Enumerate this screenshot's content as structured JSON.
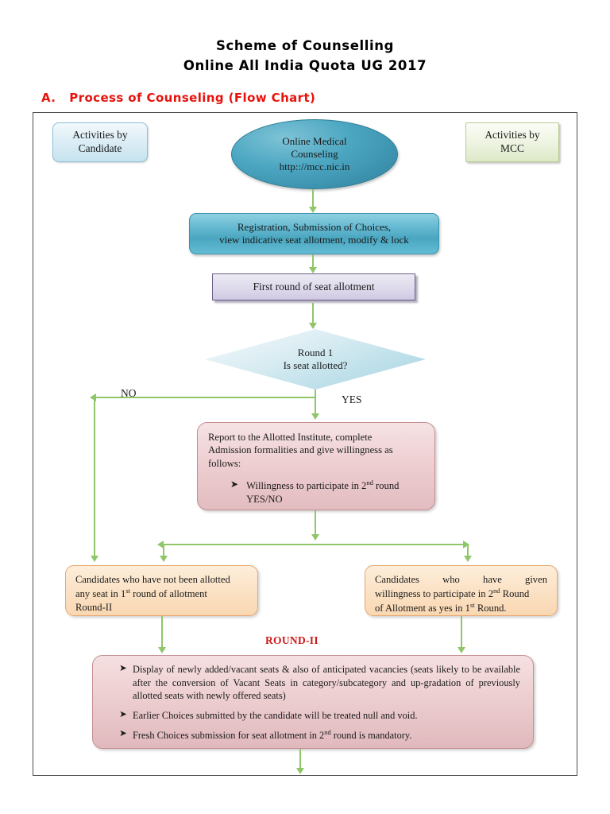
{
  "document": {
    "title_line1": "Scheme of Counselling",
    "title_line2": "Online All India Quota UG 2017",
    "section_heading": "A.   Process of Counseling (Flow Chart)"
  },
  "colors": {
    "heading_red": "#e8120c",
    "round2_red": "#cc1a1a",
    "connector_green": "#90c66a",
    "ellipse_blue": "#4ba6c1",
    "registration_blue": "#63b8d0",
    "allotment_lavender": "#dedaec",
    "decision_lightblue": "#bcdfe9",
    "report_pink": "#eecfd2",
    "orange_box": "#fbe2c6",
    "legend_candidate_blue": "#c6e3ef",
    "legend_mcc_green": "#dde9c8",
    "frame_border": "#4d4d4d"
  },
  "legend": {
    "candidate": {
      "line1": "Activities by",
      "line2": "Candidate"
    },
    "mcc": {
      "line1": "Activities by",
      "line2": "MCC"
    }
  },
  "nodes": {
    "start": {
      "line1": "Online Medical",
      "line2": "Counseling",
      "line3": "http:://mcc.nic.in"
    },
    "registration": {
      "line1": "Registration, Submission of Choices,",
      "line2": "view indicative seat allotment, modify & lock"
    },
    "first_round": {
      "label": "First round of seat allotment"
    },
    "decision": {
      "line1": "Round 1",
      "line2": "Is seat allotted?"
    },
    "report": {
      "intro_line1": "Report to the Allotted Institute, complete",
      "intro_line2": "Admission formalities and give willingness as",
      "intro_line3": "follows:",
      "bullet_marker": "➤",
      "bullet_line1_a": "Willingness to participate in 2",
      "bullet_line1_sup": "nd",
      "bullet_line1_b": " round",
      "bullet_line2": "YES/NO"
    },
    "left_orange": {
      "line1": "Candidates who have not been allotted",
      "line2_a": "any seat in 1",
      "line2_sup": "st",
      "line2_b": " round of allotment",
      "line3": "Round-II"
    },
    "right_orange": {
      "line1": "Candidates who have given",
      "line2_a": "willingness to participate in 2",
      "line2_sup": "nd",
      "line2_b": " Round",
      "line3_a": "of Allotment as yes in 1",
      "line3_sup": "st",
      "line3_b": " Round."
    },
    "round2_label": "ROUND-II",
    "round2_details": {
      "bullet_marker": "➤",
      "item1": "Display of newly added/vacant seats & also of anticipated vacancies (seats likely to be available after the conversion of Vacant Seats in category/subcategory and up-gradation of previously allotted seats with newly offered seats)",
      "item2": "Earlier Choices submitted by the candidate will be treated null and void.",
      "item3_a": "Fresh Choices submission for seat allotment in 2",
      "item3_sup": "nd",
      "item3_b": " round is mandatory."
    }
  },
  "edge_labels": {
    "no": "NO",
    "yes": "YES"
  }
}
